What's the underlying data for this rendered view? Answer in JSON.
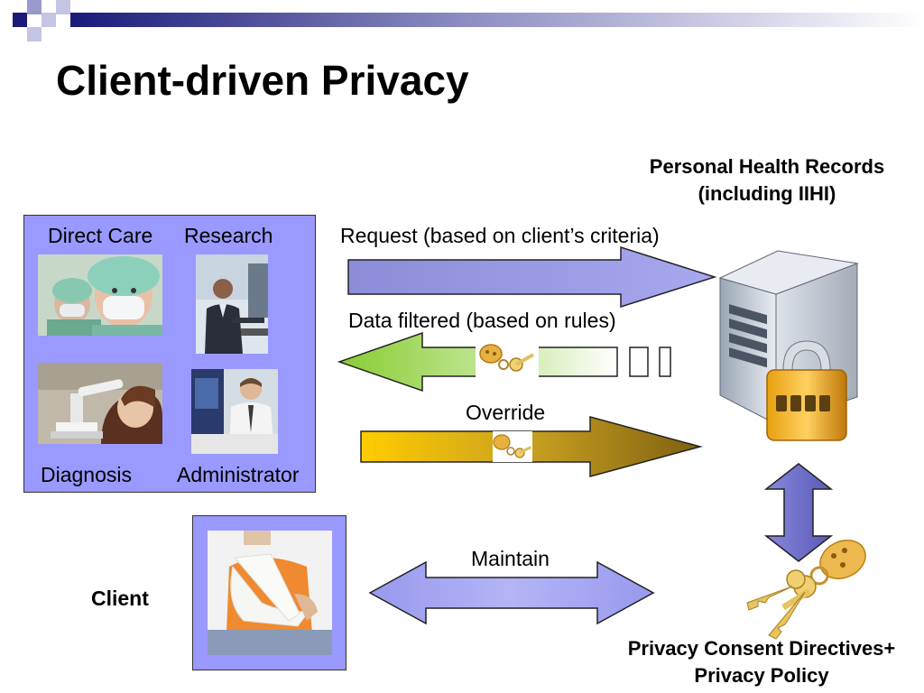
{
  "slide": {
    "title": "Client-driven Privacy",
    "colors": {
      "slide_accent": "#1a1a7a",
      "panel_fill": "#9999ff",
      "arrow_blue": "#9999ee",
      "arrow_green": "#88cc33",
      "arrow_gold": "#e8b800"
    }
  },
  "roles_panel": {
    "labels": {
      "direct_care": "Direct Care",
      "research": "Research",
      "diagnosis": "Diagnosis",
      "administrator": "Administrator"
    },
    "icons": [
      "nurse-with-mask-photo",
      "researcher-at-computer-photo",
      "scientist-with-microscope-photo",
      "administrator-at-desk-photo"
    ]
  },
  "flows": {
    "request": "Request (based on client’s criteria)",
    "data_filtered": "Data filtered (based on rules)",
    "override": "Override",
    "maintain": "Maintain"
  },
  "records": {
    "line1": "Personal  Health Records",
    "line2": "(including IIHI)"
  },
  "policy": {
    "line1": "Privacy Consent Directives+",
    "line2": "Privacy Policy"
  },
  "client": {
    "label": "Client",
    "icon": "patient-with-arm-sling-photo"
  }
}
